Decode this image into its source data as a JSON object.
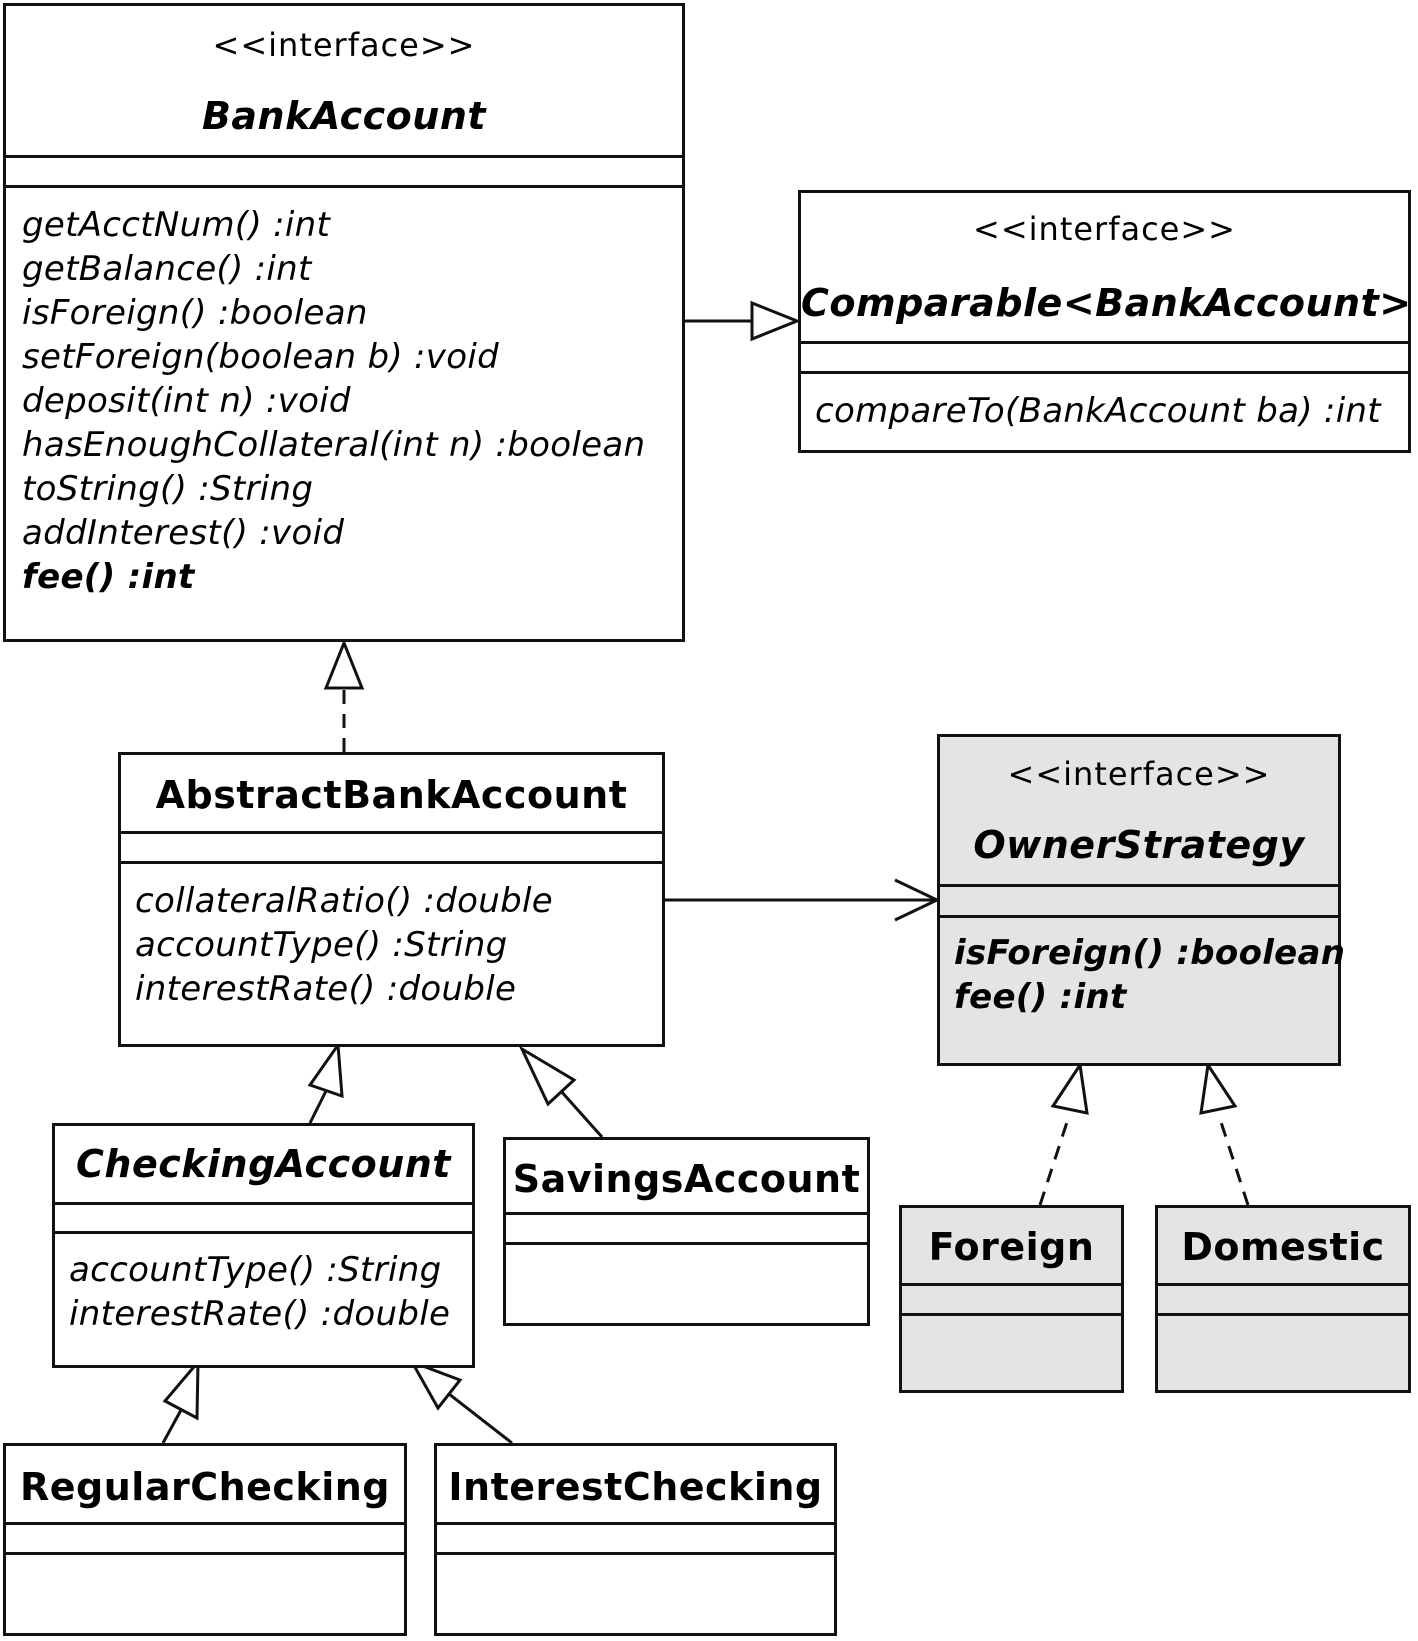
{
  "classes": {
    "bank_account": {
      "stereotype": "<<interface>>",
      "name": "BankAccount",
      "operations": [
        "getAcctNum() :int",
        "getBalance() :int",
        "isForeign() :boolean",
        "setForeign(boolean b) :void",
        "deposit(int n) :void",
        "hasEnoughCollateral(int n) :boolean",
        "toString() :String",
        "addInterest() :void",
        "fee() :int"
      ]
    },
    "comparable": {
      "stereotype": "<<interface>>",
      "name": "Comparable<BankAccount>",
      "operations": [
        "compareTo(BankAccount ba) :int"
      ]
    },
    "abstract_bank_account": {
      "name": "AbstractBankAccount",
      "operations": [
        "collateralRatio() :double",
        "accountType() :String",
        "interestRate() :double"
      ]
    },
    "owner_strategy": {
      "stereotype": "<<interface>>",
      "name": "OwnerStrategy",
      "operations": [
        "isForeign() :boolean",
        "fee() :int"
      ]
    },
    "checking_account": {
      "name": "CheckingAccount",
      "operations": [
        "accountType() :String",
        "interestRate() :double"
      ]
    },
    "savings_account": {
      "name": "SavingsAccount"
    },
    "foreign": {
      "name": "Foreign"
    },
    "domestic": {
      "name": "Domestic"
    },
    "regular_checking": {
      "name": "RegularChecking"
    },
    "interest_checking": {
      "name": "InterestChecking"
    }
  },
  "colors": {
    "line": "#111111",
    "class_fill": "#ffffff",
    "highlight_fill": "#e4e4e4"
  }
}
